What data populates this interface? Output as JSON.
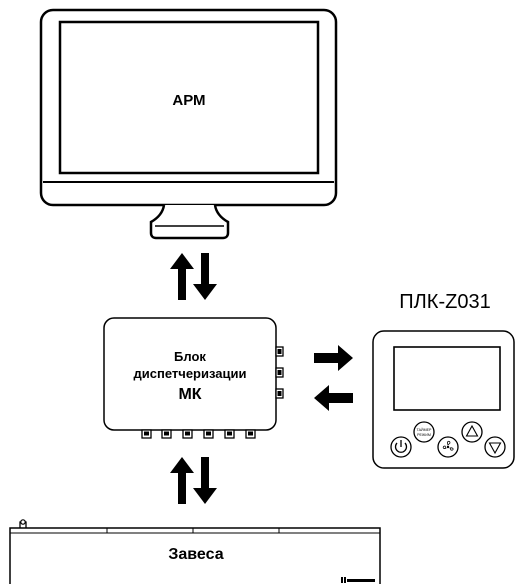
{
  "workstation": {
    "label": "АРМ"
  },
  "controller": {
    "lines": [
      "Блок",
      "диспетчеризации",
      "МК"
    ]
  },
  "panel": {
    "title": "ПЛК-Z031",
    "mode_button": [
      "ТАЙМЕР",
      "РЕЖИМ"
    ]
  },
  "curtain": {
    "label": "Завеса"
  }
}
